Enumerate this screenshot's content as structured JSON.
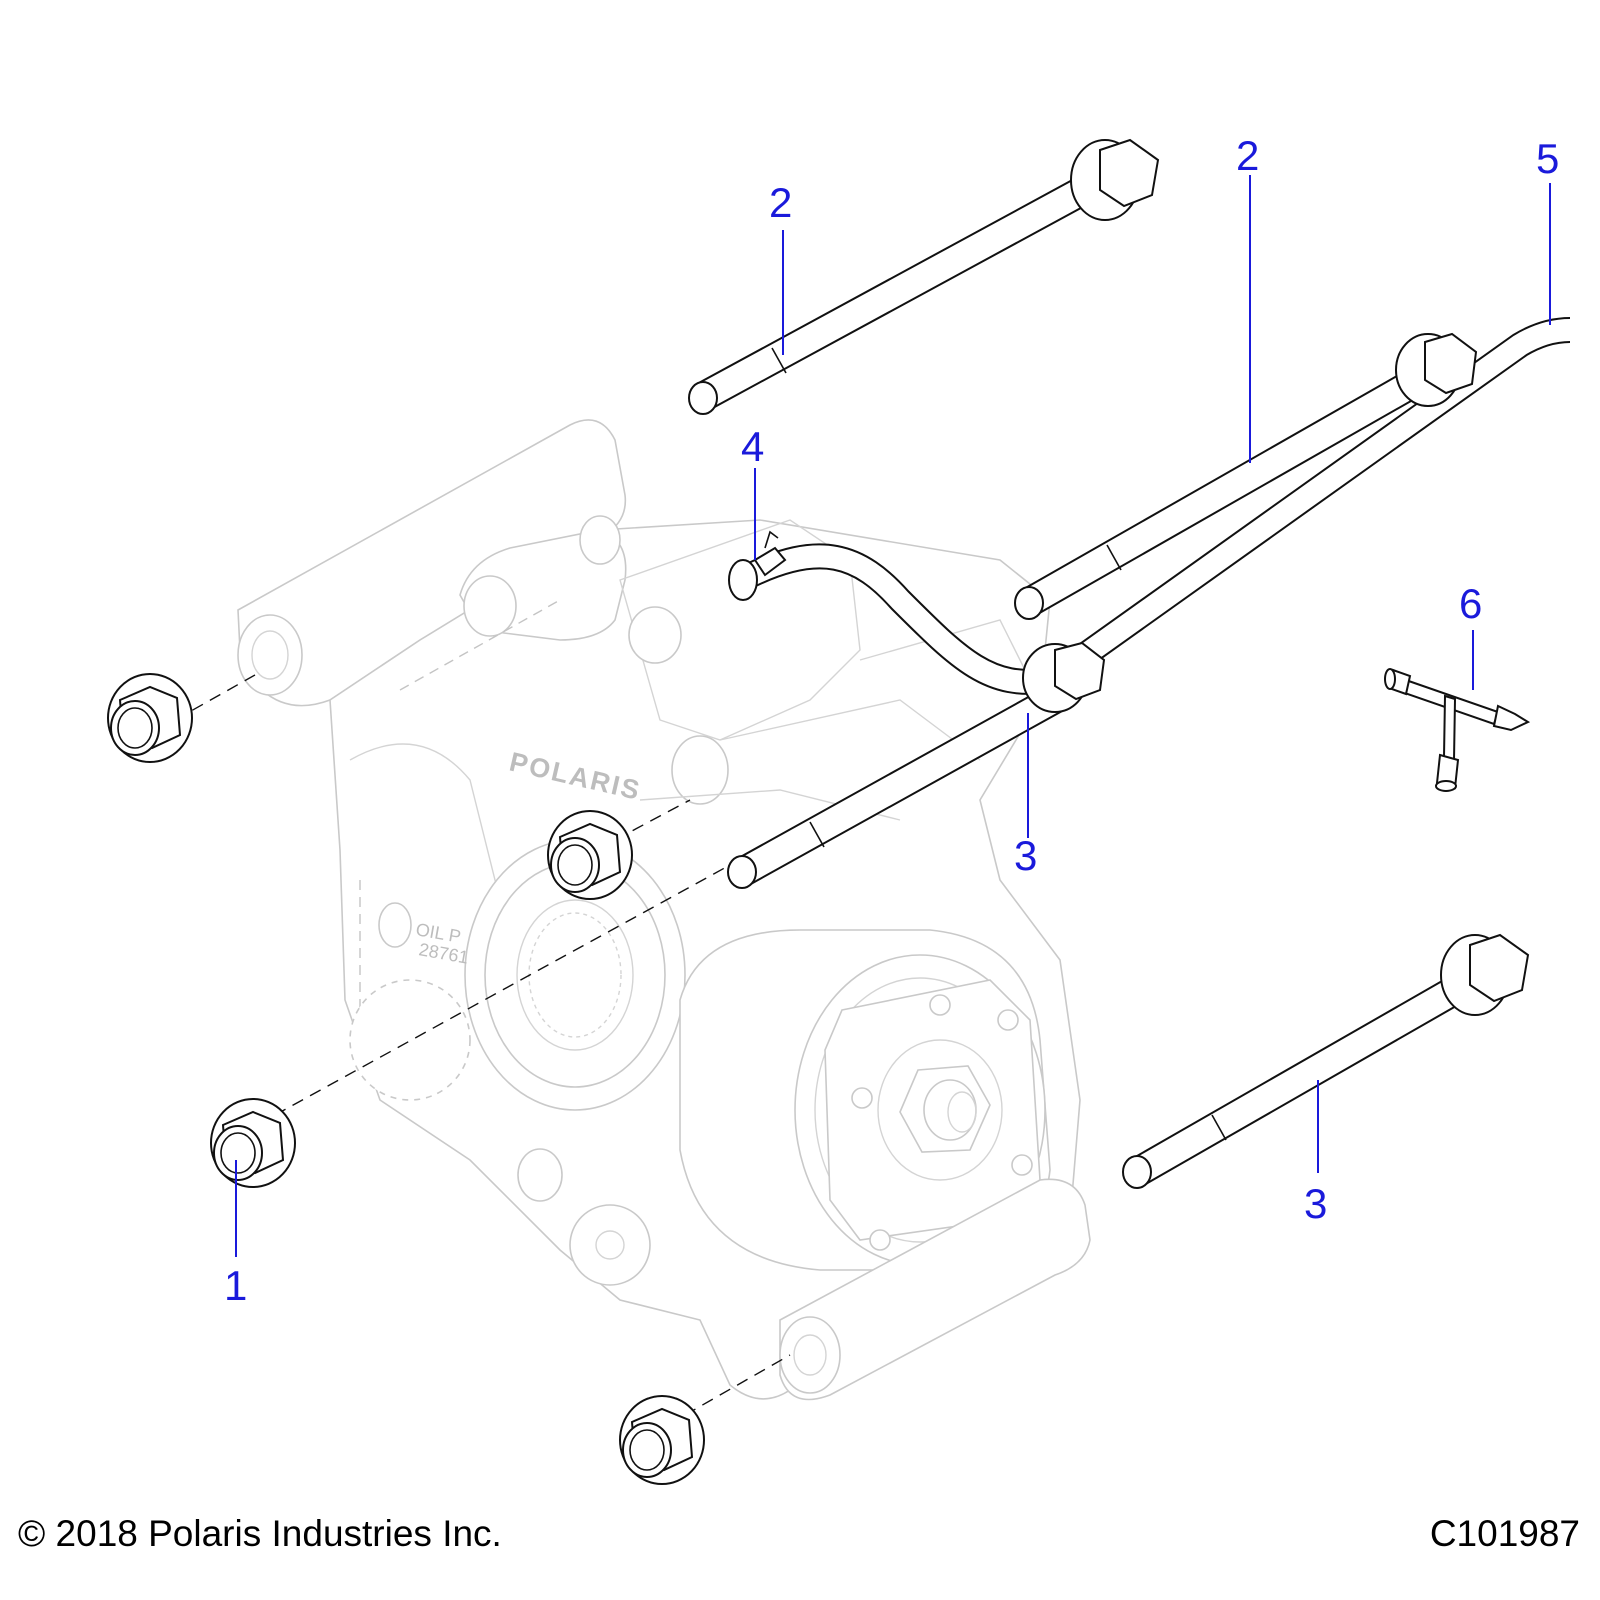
{
  "diagram": {
    "housing_logo": "POLARIS",
    "housing_mark_line1": "OIL P",
    "housing_mark_line2": "28761",
    "callouts": [
      {
        "label": "1",
        "part": "flange nut"
      },
      {
        "label": "2",
        "part": "bolt"
      },
      {
        "label": "2",
        "part": "bolt"
      },
      {
        "label": "3",
        "part": "bolt"
      },
      {
        "label": "3",
        "part": "bolt"
      },
      {
        "label": "4",
        "part": "vent line clamp"
      },
      {
        "label": "5",
        "part": "vent line"
      },
      {
        "label": "6",
        "part": "tee fitting"
      }
    ]
  },
  "footer": {
    "copyright": "© 2018 Polaris Industries Inc.",
    "figure_id": "C101987"
  }
}
